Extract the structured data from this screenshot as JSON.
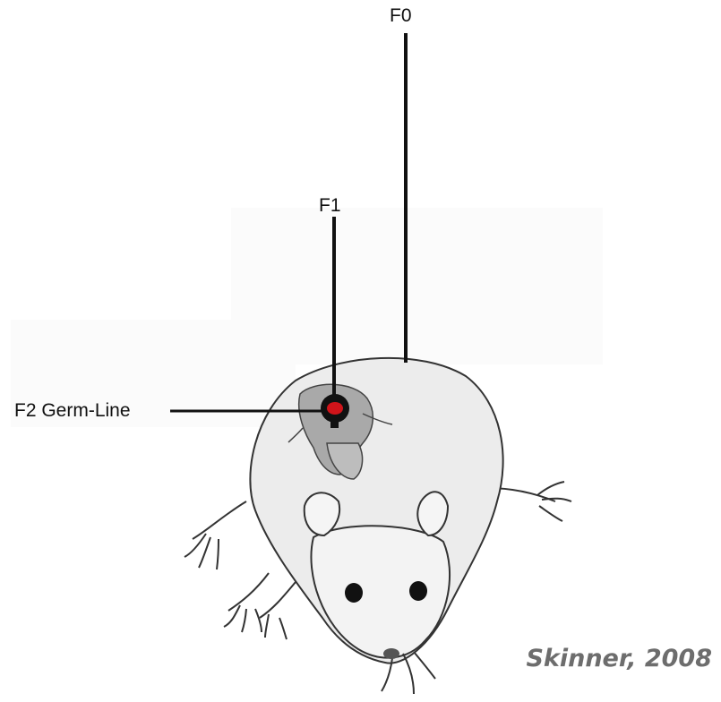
{
  "labels": {
    "f0": "F0",
    "f1": "F1",
    "f2": "F2 Germ-Line"
  },
  "citation": "Skinner, 2008",
  "colors": {
    "line": "#111111",
    "germ_cell": "#d0141a",
    "citation": "#6d6d6d",
    "rat_fill": "#e9e9e9",
    "fetus_fill": "#a9a9a9"
  }
}
